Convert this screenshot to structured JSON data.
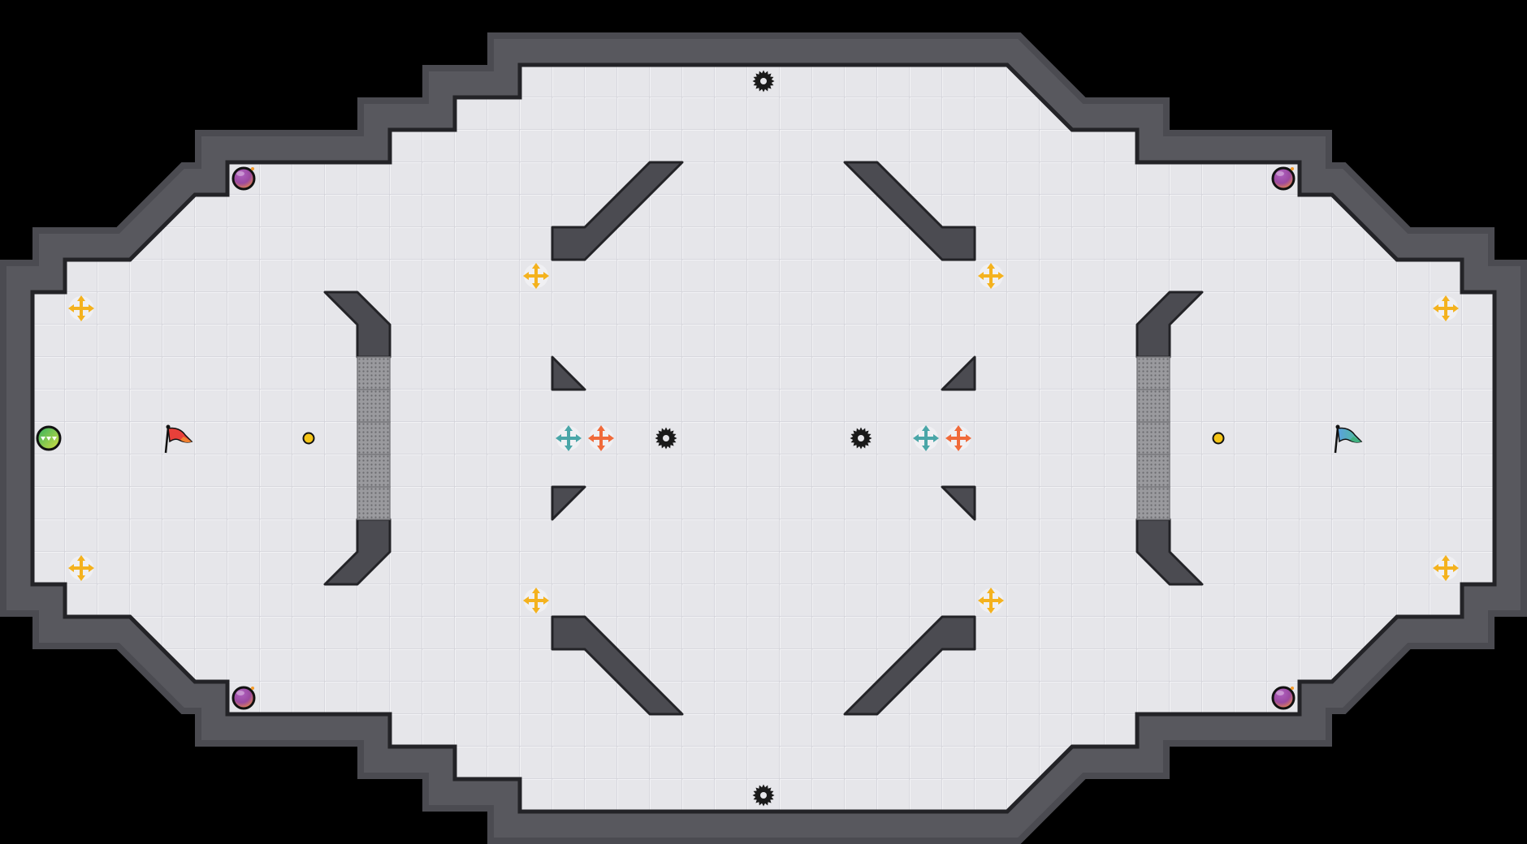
{
  "map": {
    "colors": {
      "background": "#000000",
      "floor": "#e6e6ea",
      "floor_line": "#d2d2d8",
      "wall": "#4b4b51",
      "wall_edge": "#232327",
      "gate": "#8a8a8e",
      "spike": "#1a1a1a",
      "neutral_boost": "#f4b21e",
      "red_boost": "#f06a3a",
      "blue_boost": "#4aa6a8",
      "red_flag": "#e8403a",
      "blue_flag": "#5aaee0",
      "bomb": "#9a4aa8",
      "ball": "#5cc060",
      "token": "#f5c518"
    },
    "entities": {
      "spikes": 4,
      "bombs": 4,
      "neutral_boosts": 8,
      "red_boosts": 2,
      "blue_boosts": 2,
      "flags": [
        "red-flag",
        "blue-flag"
      ],
      "gates": 10,
      "players": 1,
      "tokens": 2
    },
    "icons": [
      "spike-icon",
      "bomb-icon",
      "boost-icon",
      "flag-icon",
      "ball-icon",
      "gate-icon"
    ]
  }
}
